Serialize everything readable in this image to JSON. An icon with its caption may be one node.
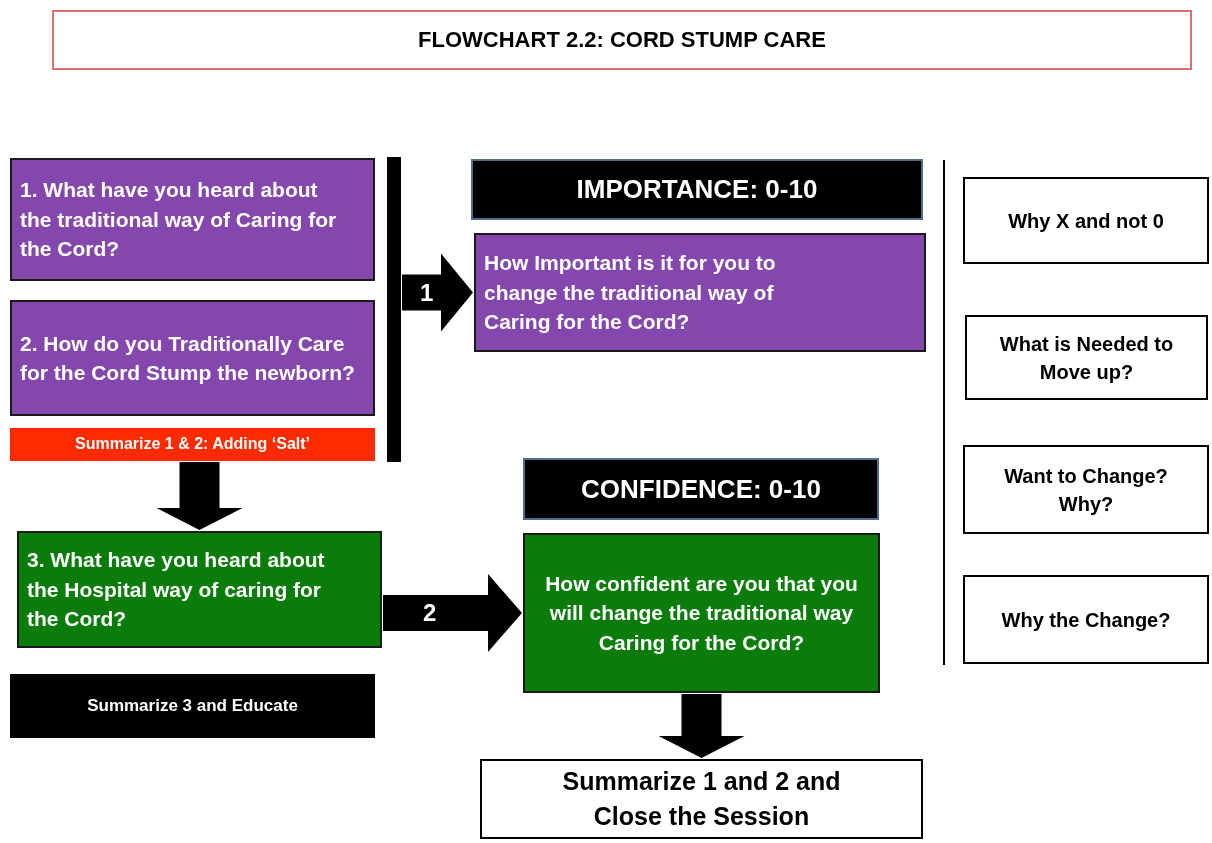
{
  "diagram": {
    "title": "FLOWCHART 2.2: CORD STUMP CARE",
    "nodes": [
      {
        "text": [
          "1. What have you heard about the traditional way of Caring for the Cord?"
        ]
      },
      {
        "text": [
          "2. How do you Traditionally Care for the Cord Stump the newborn?"
        ]
      },
      {
        "text": [
          "Summarize 1 & 2: Adding ‘Salt’"
        ]
      },
      {
        "text": [
          "3. What have you heard about the Hospital way of caring for the Cord?"
        ]
      },
      {
        "text": [
          "Summarize 3 and Educate"
        ]
      },
      {
        "text": [
          "IMPORTANCE: 0-10"
        ]
      },
      {
        "text": [
          "How Important is it for you to change the traditional way of Caring for the Cord?"
        ]
      },
      {
        "text": [
          "CONFIDENCE: 0-10"
        ]
      },
      {
        "text": [
          "How confident are you that you will change the traditional way Caring for the Cord?"
        ]
      },
      {
        "text": [
          "Summarize 1 and 2 and Close the Session"
        ]
      },
      {
        "text": [
          "Why X and not 0"
        ]
      },
      {
        "text": [
          "What is Needed to Move up?"
        ]
      },
      {
        "text": [
          "Want to Change? Why?"
        ]
      },
      {
        "text": [
          "Why the Change?"
        ]
      },
      {
        "text": [],
        "shape": "bar"
      }
    ],
    "edges": [
      {
        "from": 14,
        "to": 6,
        "arrow": "to",
        "label": "1"
      },
      {
        "from": 3,
        "to": 8,
        "arrow": "to",
        "label": "2"
      },
      {
        "from": 2,
        "to": 3,
        "arrow": "to"
      },
      {
        "from": 8,
        "to": 9,
        "arrow": "to"
      }
    ]
  }
}
